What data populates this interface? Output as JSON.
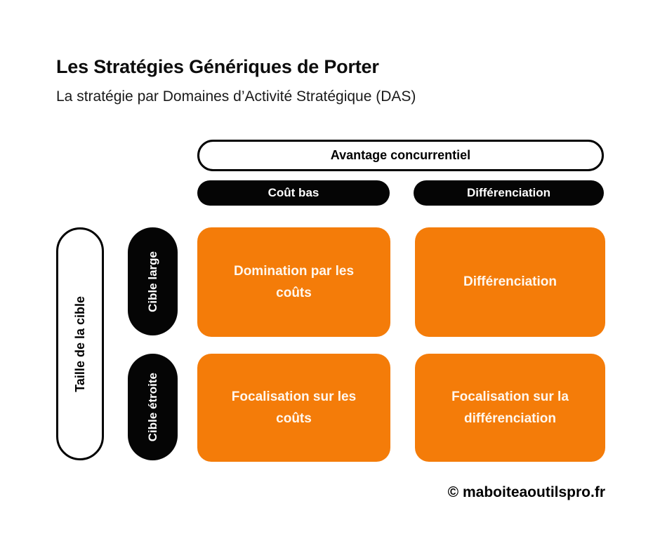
{
  "header": {
    "title": "Les Stratégies Génériques de Porter",
    "subtitle": "La stratégie par Domaines d’Activité Stratégique (DAS)"
  },
  "matrix": {
    "column_axis_label": "Avantage concurrentiel",
    "row_axis_label": "Taille de la cible",
    "columns": [
      {
        "label": "Coût bas"
      },
      {
        "label": "Différenciation"
      }
    ],
    "rows": [
      {
        "label": "Cible large"
      },
      {
        "label": "Cible étroite"
      }
    ],
    "cells": [
      [
        {
          "label": "Domination par les coûts"
        },
        {
          "label": "Différenciation"
        }
      ],
      [
        {
          "label": "Focalisation sur les coûts"
        },
        {
          "label": "Focalisation sur la différenciation"
        }
      ]
    ]
  },
  "footer": {
    "credit": "© maboiteaoutilspro.fr"
  },
  "colors": {
    "cell_fill": "#F47C09",
    "cell_text": "#FFF7EE",
    "pill_fill": "#050505",
    "pill_text": "#FFFFFF",
    "outline": "#000000",
    "background": "#FFFFFF"
  }
}
